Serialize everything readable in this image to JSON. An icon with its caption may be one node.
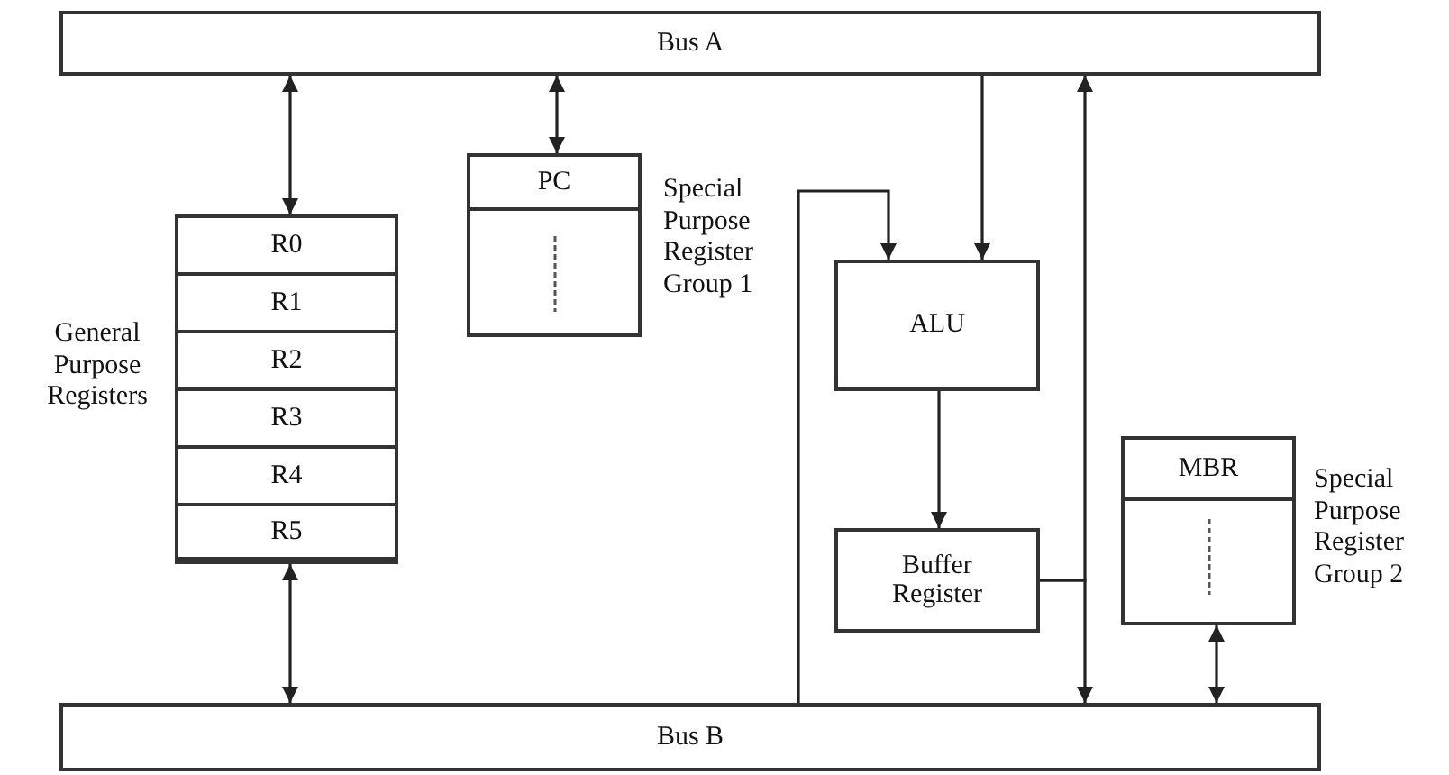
{
  "diagram": {
    "nodes": [
      {
        "text": [
          "Bus A"
        ]
      },
      {
        "text": [],
        "shape": "box",
        "beside": [
          "General Purpose Registers"
        ]
      },
      {
        "text": [
          "R0"
        ],
        "in": 1
      },
      {
        "text": [
          "R1"
        ],
        "in": 1
      },
      {
        "text": [
          "R2"
        ],
        "in": 1
      },
      {
        "text": [
          "R3"
        ],
        "in": 1
      },
      {
        "text": [
          "R4"
        ],
        "in": 1
      },
      {
        "text": [
          "R5"
        ],
        "in": 1
      },
      {
        "text": [],
        "shape": "box",
        "beside": [
          "Special Purpose Register Group 1"
        ]
      },
      {
        "text": [
          "PC"
        ],
        "in": 8
      },
      {
        "text": [
          "ALU"
        ]
      },
      {
        "text": [
          "Buffer Register"
        ]
      },
      {
        "text": [],
        "shape": "box",
        "beside": [
          "Special Purpose Register Group 2"
        ]
      },
      {
        "text": [
          "MBR"
        ],
        "in": 12
      },
      {
        "text": [
          "Bus B"
        ]
      }
    ],
    "edges": [
      {
        "from": 0,
        "to": 1,
        "arrow": "both"
      },
      {
        "from": 0,
        "to": 8,
        "arrow": "both"
      },
      {
        "from": 0,
        "to": 10,
        "arrow": "to"
      },
      {
        "from": 14,
        "to": 10,
        "arrow": "to"
      },
      {
        "from": 10,
        "to": 11,
        "arrow": "to"
      },
      {
        "from": 11,
        "to": 0,
        "arrow": "to"
      },
      {
        "from": 11,
        "to": 14,
        "arrow": "to"
      },
      {
        "from": 1,
        "to": 14,
        "arrow": "both"
      },
      {
        "from": 12,
        "to": 14,
        "arrow": "both"
      }
    ]
  }
}
